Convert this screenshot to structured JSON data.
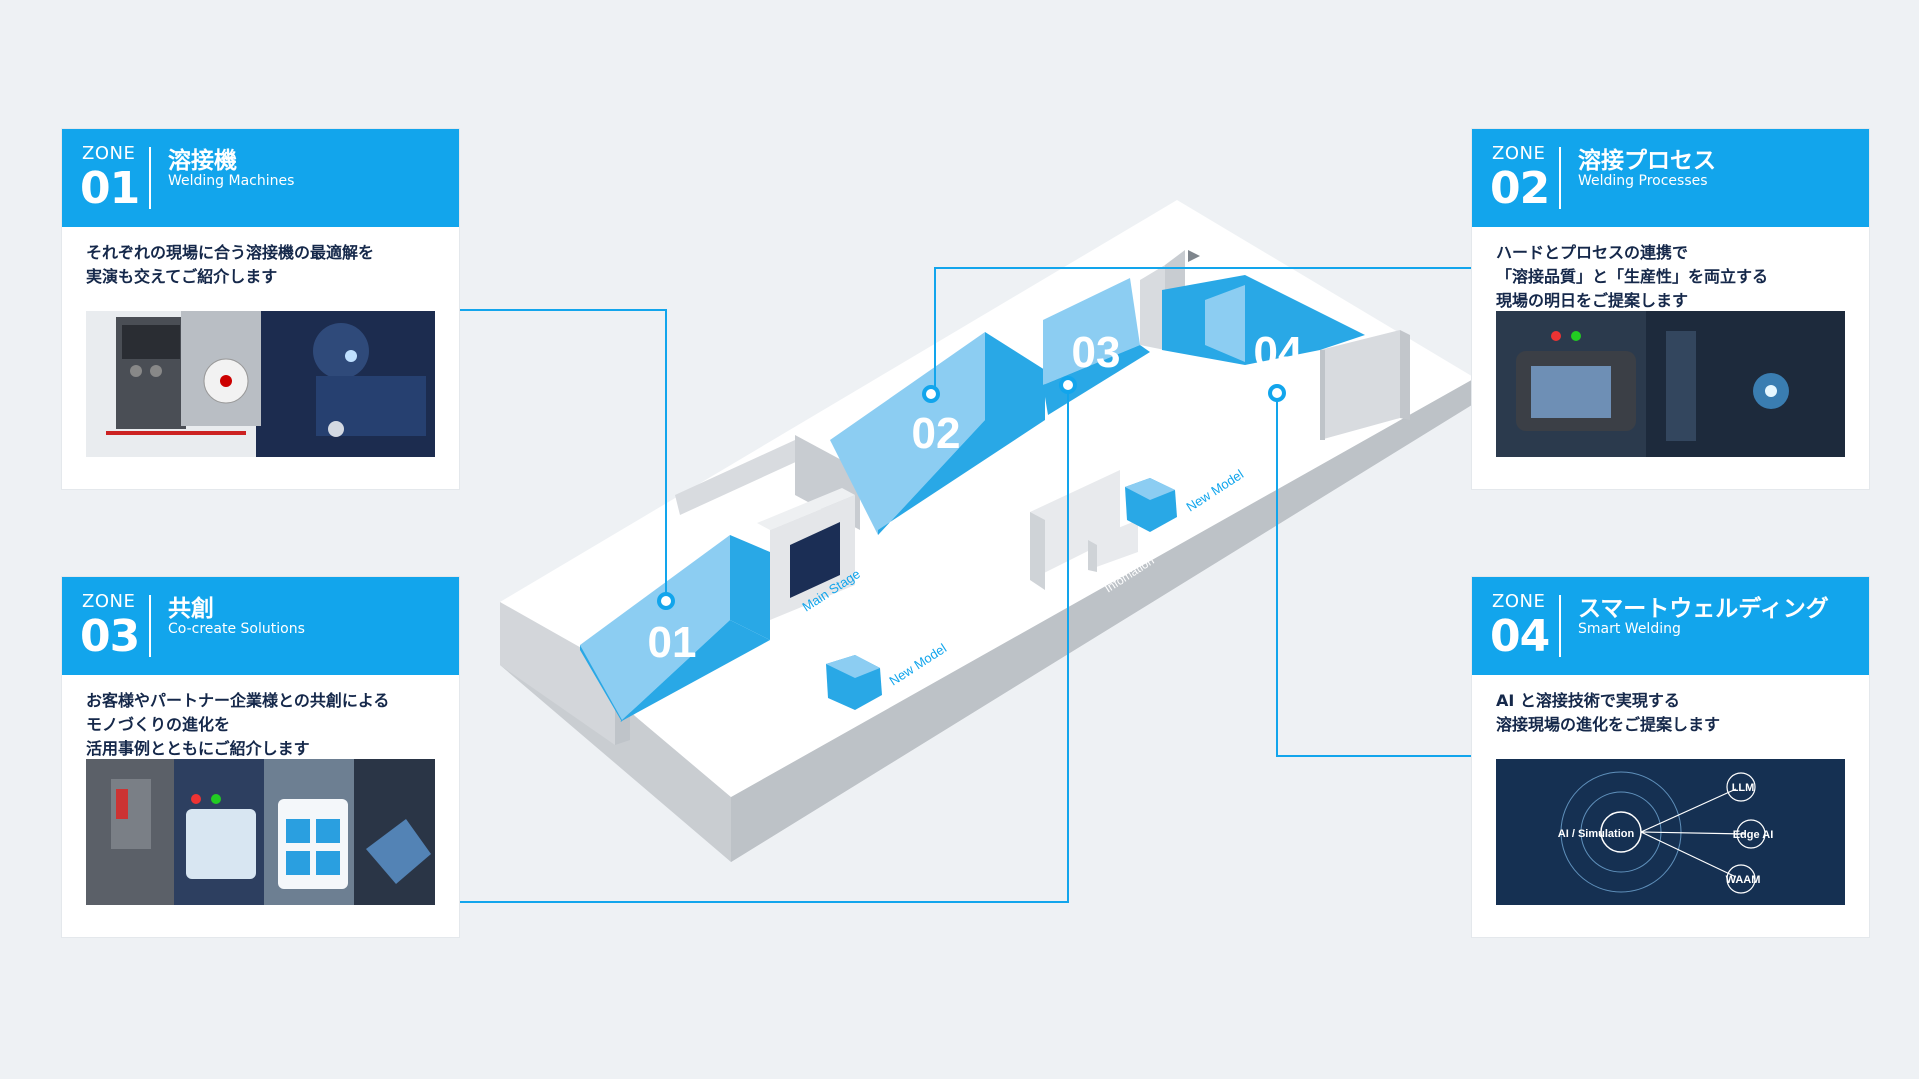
{
  "zone_label": "ZONE",
  "zones": [
    {
      "num": "01",
      "title_jp": "溶接機",
      "title_en": "Welding Machines",
      "desc": "それぞれの現場に合う溶接機の最適解を\n実演も交えてご紹介します"
    },
    {
      "num": "02",
      "title_jp": "溶接プロセス",
      "title_en": "Welding Processes",
      "desc": "ハードとプロセスの連携で\n「溶接品質」と「生産性」を両立する\n現場の明日をご提案します"
    },
    {
      "num": "03",
      "title_jp": "共創",
      "title_en": "Co-create Solutions",
      "desc": "お客様やパートナー企業様との共創による\nモノづくりの進化を\n活用事例とともにご紹介します"
    },
    {
      "num": "04",
      "title_jp": "スマートウェルディング",
      "title_en": "Smart Welding",
      "desc": "AI と溶接技術で実現する\n溶接現場の進化をご提案します"
    }
  ],
  "floor": {
    "main_stage": "Main Stage",
    "new_model_1": "New Model",
    "new_model_2": "New Model",
    "information": "Infomation",
    "booths": [
      "01",
      "02",
      "03",
      "04"
    ]
  },
  "zone4_diagram": {
    "center": "AI / Simulation",
    "nodes": [
      "LLM",
      "Edge AI",
      "WAAM"
    ]
  },
  "colors": {
    "accent": "#12a5ec",
    "booth_dark": "#29a8e6",
    "booth_light": "#8ccdf2",
    "floor_side": "#c9cdd1",
    "text_dark": "#15284a"
  }
}
